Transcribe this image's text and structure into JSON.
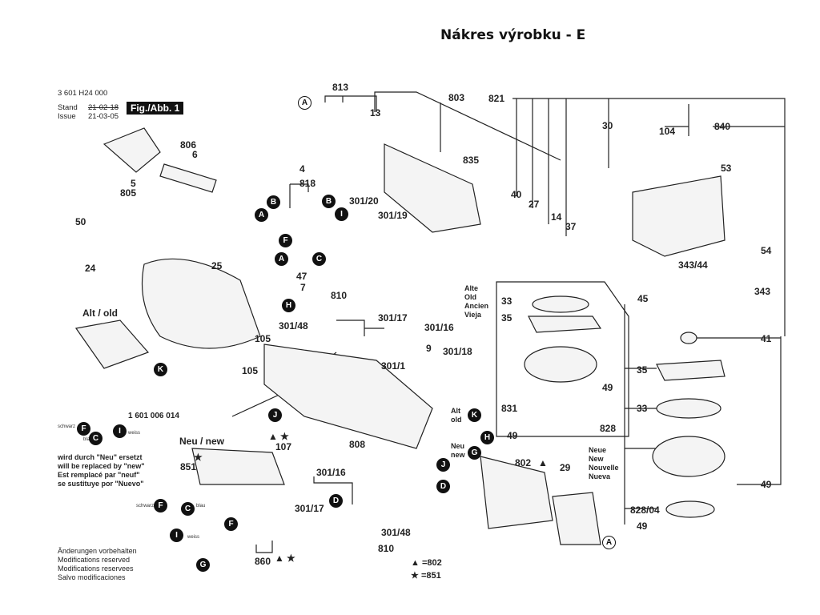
{
  "header": {
    "title": "Nákres výrobku - E",
    "part_number": "3 601 H24 000",
    "stand_label": "Stand",
    "issue_label": "Issue",
    "stand_date": "21-02-18",
    "issue_date": "21-03-05",
    "figure_label": "Fig./Abb. 1"
  },
  "labels": {
    "p813": "813",
    "p13": "13",
    "p803": "803",
    "p821": "821",
    "p30": "30",
    "p104": "104",
    "p840": "840",
    "p806": "806",
    "p6": "6",
    "p5": "5",
    "p805": "805",
    "p835": "835",
    "p4": "4",
    "p818": "818",
    "p301_20": "301/20",
    "p301_19": "301/19",
    "p40": "40",
    "p27": "27",
    "p14": "14",
    "p37": "37",
    "p53": "53",
    "p50": "50",
    "p24": "24",
    "p25": "25",
    "p47": "47",
    "p7": "7",
    "p810a": "810",
    "p301_17a": "301/17",
    "p301_16a": "301/16",
    "p301_48a": "301/48",
    "p105a": "105",
    "p105b": "105",
    "p9": "9",
    "p301_18": "301/18",
    "p301_1": "301/1",
    "p808": "808",
    "p107": "107",
    "p851": "851",
    "p301_16b": "301/16",
    "p301_17b": "301/17",
    "p301_48b": "301/48",
    "p810b": "810",
    "p860": "860",
    "p802": "802",
    "p29": "29",
    "p33a": "33",
    "p35a": "35",
    "p831": "831",
    "p49a": "49",
    "p49b": "49",
    "p343_44": "343/44",
    "p54": "54",
    "p343": "343",
    "p45": "45",
    "p41": "41",
    "p35b": "35",
    "p33b": "33",
    "p828": "828",
    "p49c": "49",
    "p828_04": "828/04",
    "p49d": "49",
    "ecu_part": "1 601 006 014"
  },
  "groups": {
    "alt_old": "Alt / old",
    "neu_new": "Neu / new",
    "alt_small": [
      "Alt",
      "old"
    ],
    "neu_small": [
      "Neu",
      "new"
    ],
    "alte_list": [
      "Alte",
      "Old",
      "Ancien",
      "Vieja"
    ],
    "neue_list": [
      "Neue",
      "New",
      "Nouvelle",
      "Nueva"
    ]
  },
  "wire_colors": {
    "schwarz": "schwarz",
    "blau": "blau",
    "weiss": "weiss"
  },
  "callouts": {
    "A": "A",
    "B": "B",
    "C": "C",
    "D": "D",
    "F": "F",
    "G": "G",
    "H": "H",
    "I": "I",
    "J": "J",
    "K": "K"
  },
  "replacement_note": [
    "wird durch \"Neu\" ersetzt",
    "will be replaced by \"new\"",
    "Est remplacé par \"neuf\"",
    "se sustituye por \"Nuevo\""
  ],
  "modifications_note": [
    "Änderungen vorbehalten",
    "Modifications reserved",
    "Modifications reservees",
    "Salvo modificaciones"
  ],
  "symbol_legend": [
    {
      "symbol": "▲",
      "text": "=802"
    },
    {
      "symbol": "★",
      "text": "=851"
    }
  ],
  "symbols": {
    "triangle": "▲",
    "star": "★"
  }
}
